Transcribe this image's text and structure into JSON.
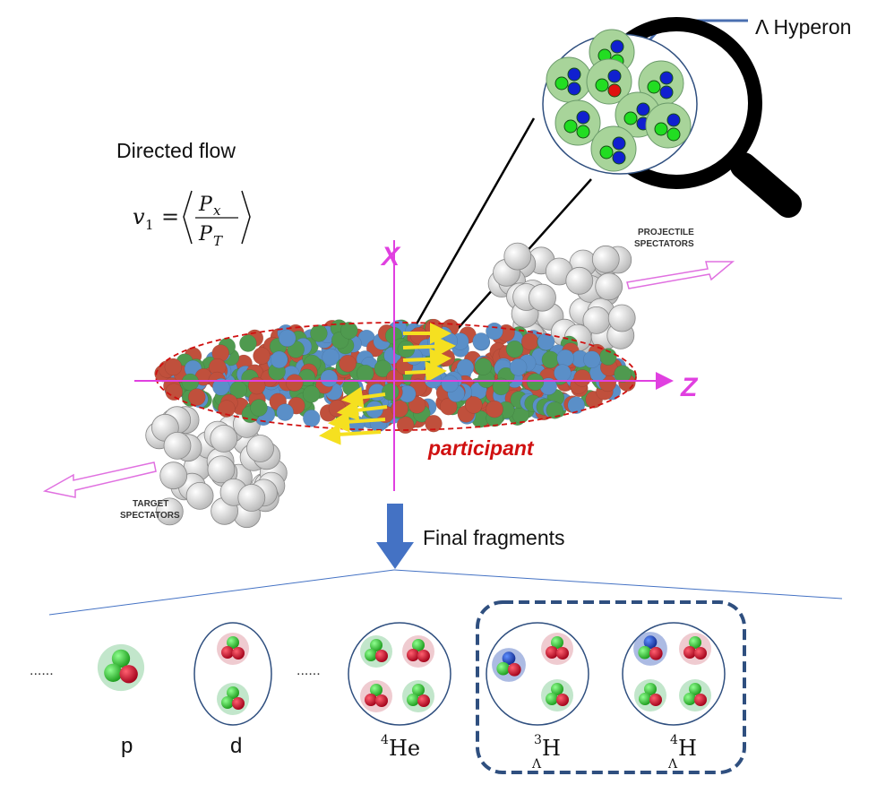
{
  "hyperon_label": "Λ Hyperon",
  "directed_flow": {
    "title": "Directed flow",
    "formula_lhs": "v",
    "formula_sub": "1",
    "formula_eq": "=",
    "numerator": "P",
    "numerator_sub": "x",
    "denominator": "P",
    "denominator_sub": "T"
  },
  "axes": {
    "x_label": "X",
    "z_label": "Z"
  },
  "projectile_spectators": [
    "PROJECTILE",
    "SPECTATORS"
  ],
  "target_spectators": [
    "TARGET",
    "SPECTATORS"
  ],
  "participant_label": "participant",
  "final_fragments_label": "Final fragments",
  "ellipsis": "......",
  "fragments": [
    {
      "label": "p"
    },
    {
      "label": "d"
    },
    {
      "label": "He",
      "mass": "4"
    },
    {
      "label": "H",
      "mass": "3",
      "lambda": "Λ"
    },
    {
      "label": "H",
      "mass": "4",
      "lambda": "Λ"
    }
  ],
  "colors": {
    "magenta": "#e040e0",
    "proton_red": "#c8102e",
    "neutron_green": "#3cc83c",
    "lambda_blue": "#2050c0",
    "dashed_box": "#2f4f7f",
    "arrow_blue": "#4472c4",
    "participant_red": "#d01010"
  }
}
